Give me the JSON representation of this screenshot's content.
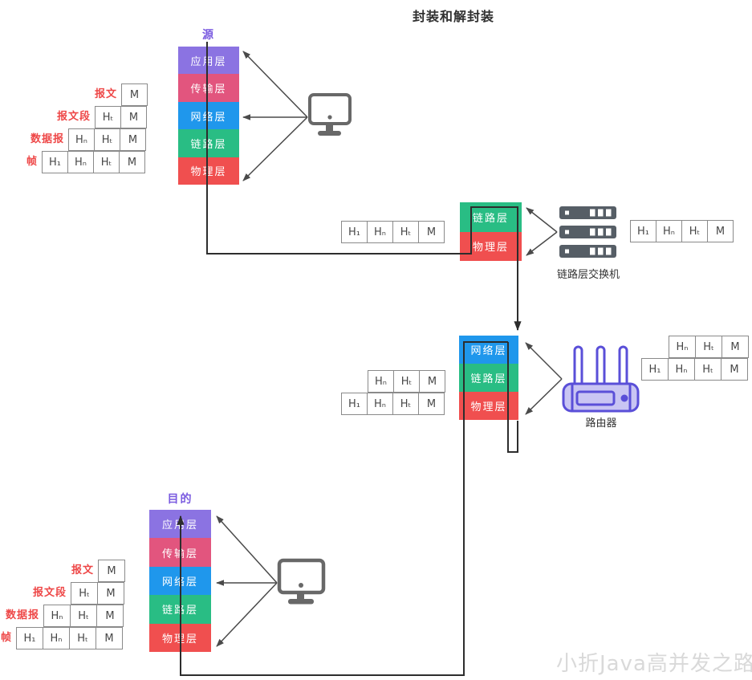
{
  "title": "封装和解封装",
  "watermark": "小折Java高并发之路",
  "colors": {
    "layer_application": "#8b73e2",
    "layer_transport": "#e2557e",
    "layer_network": "#1f97ec",
    "layer_link": "#29bd84",
    "layer_physical": "#f04f4f",
    "endpoint_label": "#7a5be0",
    "table_label": "#ee4747",
    "flow_line": "#2d2d2d",
    "device_arrow": "#4a4a4a",
    "device_gray": "#686868",
    "switch_gray": "#565e66",
    "router_purple": "#5a4fd8",
    "router_fill": "#c9c5f3",
    "watermark_gray": "#d9d9d9"
  },
  "source": {
    "label": "源",
    "layers": [
      {
        "label": "应用层",
        "color": "#8b73e2"
      },
      {
        "label": "传输层",
        "color": "#e2557e"
      },
      {
        "label": "网络层",
        "color": "#1f97ec"
      },
      {
        "label": "链路层",
        "color": "#29bd84"
      },
      {
        "label": "物理层",
        "color": "#f04f4f"
      }
    ]
  },
  "destination": {
    "label": "目的",
    "layers": [
      {
        "label": "应用层",
        "color": "#8b73e2"
      },
      {
        "label": "传输层",
        "color": "#e2557e"
      },
      {
        "label": "网络层",
        "color": "#1f97ec"
      },
      {
        "label": "链路层",
        "color": "#29bd84"
      },
      {
        "label": "物理层",
        "color": "#f04f4f"
      }
    ]
  },
  "switch": {
    "caption": "链路层交换机",
    "layers": [
      {
        "label": "链路层",
        "color": "#29bd84"
      },
      {
        "label": "物理层",
        "color": "#f04f4f"
      }
    ]
  },
  "router": {
    "caption": "路由器",
    "layers": [
      {
        "label": "网络层",
        "color": "#1f97ec"
      },
      {
        "label": "链路层",
        "color": "#29bd84"
      },
      {
        "label": "物理层",
        "color": "#f04f4f"
      }
    ]
  },
  "encap_rows": [
    {
      "label": "报文",
      "cells": [
        "M"
      ]
    },
    {
      "label": "报文段",
      "cells": [
        "Hₜ",
        "M"
      ]
    },
    {
      "label": "数据报",
      "cells": [
        "Hₙ",
        "Hₜ",
        "M"
      ]
    },
    {
      "label": "帧",
      "cells": [
        "H₁",
        "Hₙ",
        "Hₜ",
        "M"
      ]
    }
  ],
  "frames": {
    "switch_left": [
      "H₁",
      "Hₙ",
      "Hₜ",
      "M"
    ],
    "switch_right": [
      "H₁",
      "Hₙ",
      "Hₜ",
      "M"
    ],
    "router_left_top": [
      "Hₙ",
      "Hₜ",
      "M"
    ],
    "router_left_bottom": [
      "H₁",
      "Hₙ",
      "Hₜ",
      "M"
    ],
    "router_right_top": [
      "Hₙ",
      "Hₜ",
      "M"
    ],
    "router_right_bottom": [
      "H₁",
      "Hₙ",
      "Hₜ",
      "M"
    ]
  }
}
